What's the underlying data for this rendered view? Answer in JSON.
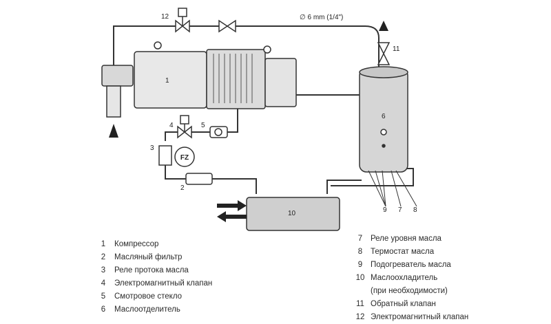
{
  "diagram": {
    "pipe_label": "∅ 6 mm (1/4\")",
    "fz_label": "FZ",
    "callouts": {
      "c1": "1",
      "c2": "2",
      "c3": "3",
      "c4": "4",
      "c5": "5",
      "c6": "6",
      "c7": "7",
      "c8": "8",
      "c9": "9",
      "c10": "10",
      "c11": "11",
      "c12": "12"
    }
  },
  "legend_left": [
    {
      "num": "1",
      "text": "Компрессор"
    },
    {
      "num": "2",
      "text": "Масляный фильтр"
    },
    {
      "num": "3",
      "text": "Реле протока масла"
    },
    {
      "num": "4",
      "text": "Электромагнитный клапан"
    },
    {
      "num": "5",
      "text": "Смотровое стекло"
    },
    {
      "num": "6",
      "text": "Маслоотделитель"
    }
  ],
  "legend_right": [
    {
      "num": "7",
      "text": "Реле уровня масла"
    },
    {
      "num": "8",
      "text": "Термостат масла"
    },
    {
      "num": "9",
      "text": "Подогреватель масла"
    },
    {
      "num": "10",
      "text": "Маслоохладитель\n(при необходимости)"
    },
    {
      "num": "11",
      "text": "Обратный клапан"
    },
    {
      "num": "12",
      "text": "Электромагнитный клапан"
    }
  ]
}
